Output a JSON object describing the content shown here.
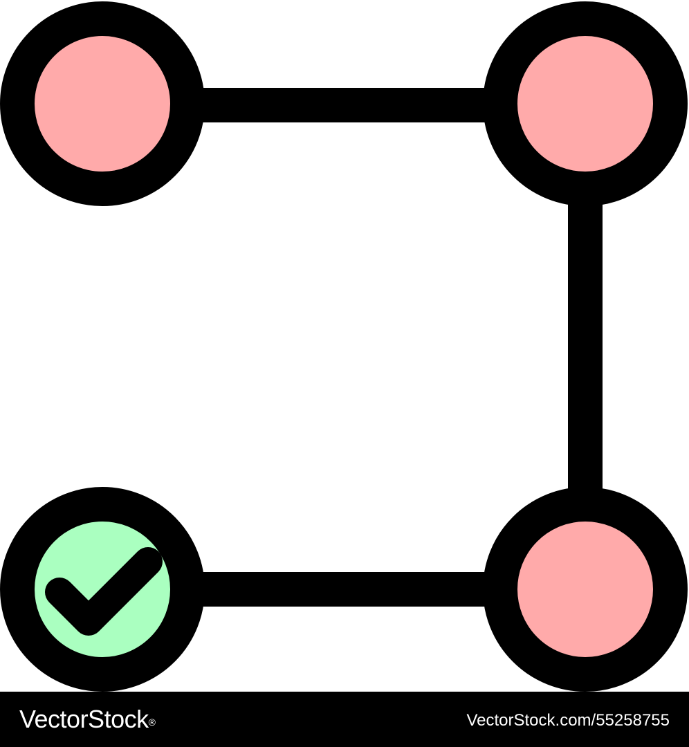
{
  "icon": {
    "name": "network-nodes-check-icon",
    "colors": {
      "outline": "#000000",
      "node_fill": "#ffaaaa",
      "check_node_fill": "#aaffc0",
      "background": "#ffffff"
    },
    "nodes": [
      {
        "name": "node-top-left",
        "state": "pending"
      },
      {
        "name": "node-top-right",
        "state": "pending"
      },
      {
        "name": "node-bottom-right",
        "state": "pending"
      },
      {
        "name": "node-bottom-left",
        "state": "complete"
      }
    ],
    "connections": [
      {
        "name": "edge-top",
        "from": "node-top-left",
        "to": "node-top-right"
      },
      {
        "name": "edge-right",
        "from": "node-top-right",
        "to": "node-bottom-right"
      },
      {
        "name": "edge-bottom",
        "from": "node-bottom-right",
        "to": "node-bottom-left"
      }
    ]
  },
  "footer": {
    "brand": "VectorStock",
    "brand_mark": "®",
    "image_id": "VectorStock.com/55258755",
    "background": "#000000",
    "text_color": "#ffffff"
  }
}
